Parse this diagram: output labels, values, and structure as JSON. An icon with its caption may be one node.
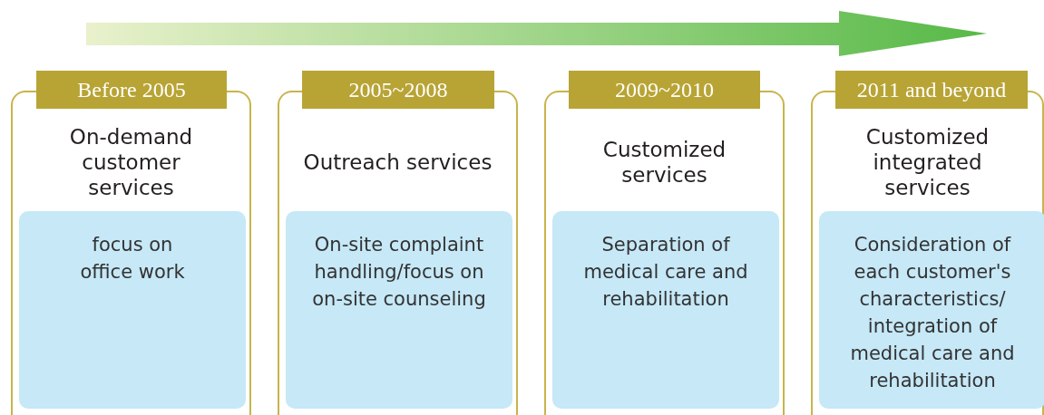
{
  "diagram": {
    "nodes": [
      {
        "text": [
          "On-demand customer services"
        ]
      },
      {
        "text": [
          "Before 2005"
        ]
      },
      {
        "text": [
          "focus on office work"
        ],
        "in": 0
      },
      {
        "text": [
          "Outreach services"
        ]
      },
      {
        "text": [
          "2005~2008"
        ]
      },
      {
        "text": [
          "On-site complaint handling/focus on on-site counseling"
        ],
        "in": 3
      },
      {
        "text": [
          "Customized services"
        ]
      },
      {
        "text": [
          "2009~2010"
        ]
      },
      {
        "text": [
          "Separation of medical care and rehabilitation"
        ],
        "in": 6
      },
      {
        "text": [
          "Customized integrated services"
        ]
      },
      {
        "text": [
          "2011 and beyond"
        ]
      },
      {
        "text": [
          "Consideration of each customer's characteristics/ integration of medical care and rehabilitation"
        ],
        "in": 9
      }
    ],
    "edges": []
  }
}
